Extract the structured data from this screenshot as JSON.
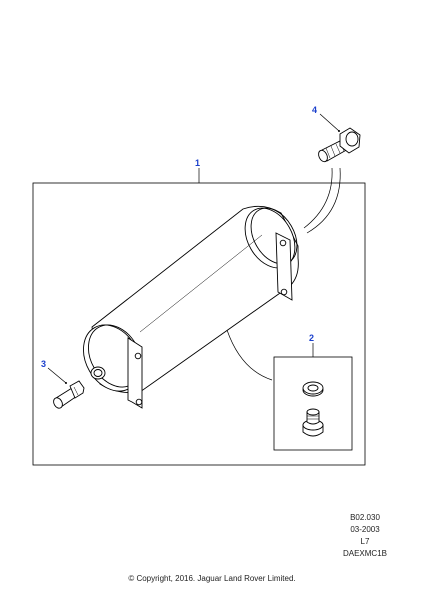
{
  "callouts": {
    "c1": "1",
    "c2": "2",
    "c3": "3",
    "c4": "4"
  },
  "reference": {
    "drawing_no": "B02.030",
    "date": "03-2003",
    "model": "L7",
    "code": "DAEXMC1B"
  },
  "copyright": "© Copyright, 2016. Jaguar Land Rover Limited.",
  "colors": {
    "callout": "#1a3fcc",
    "line": "#000000",
    "background": "#ffffff"
  }
}
